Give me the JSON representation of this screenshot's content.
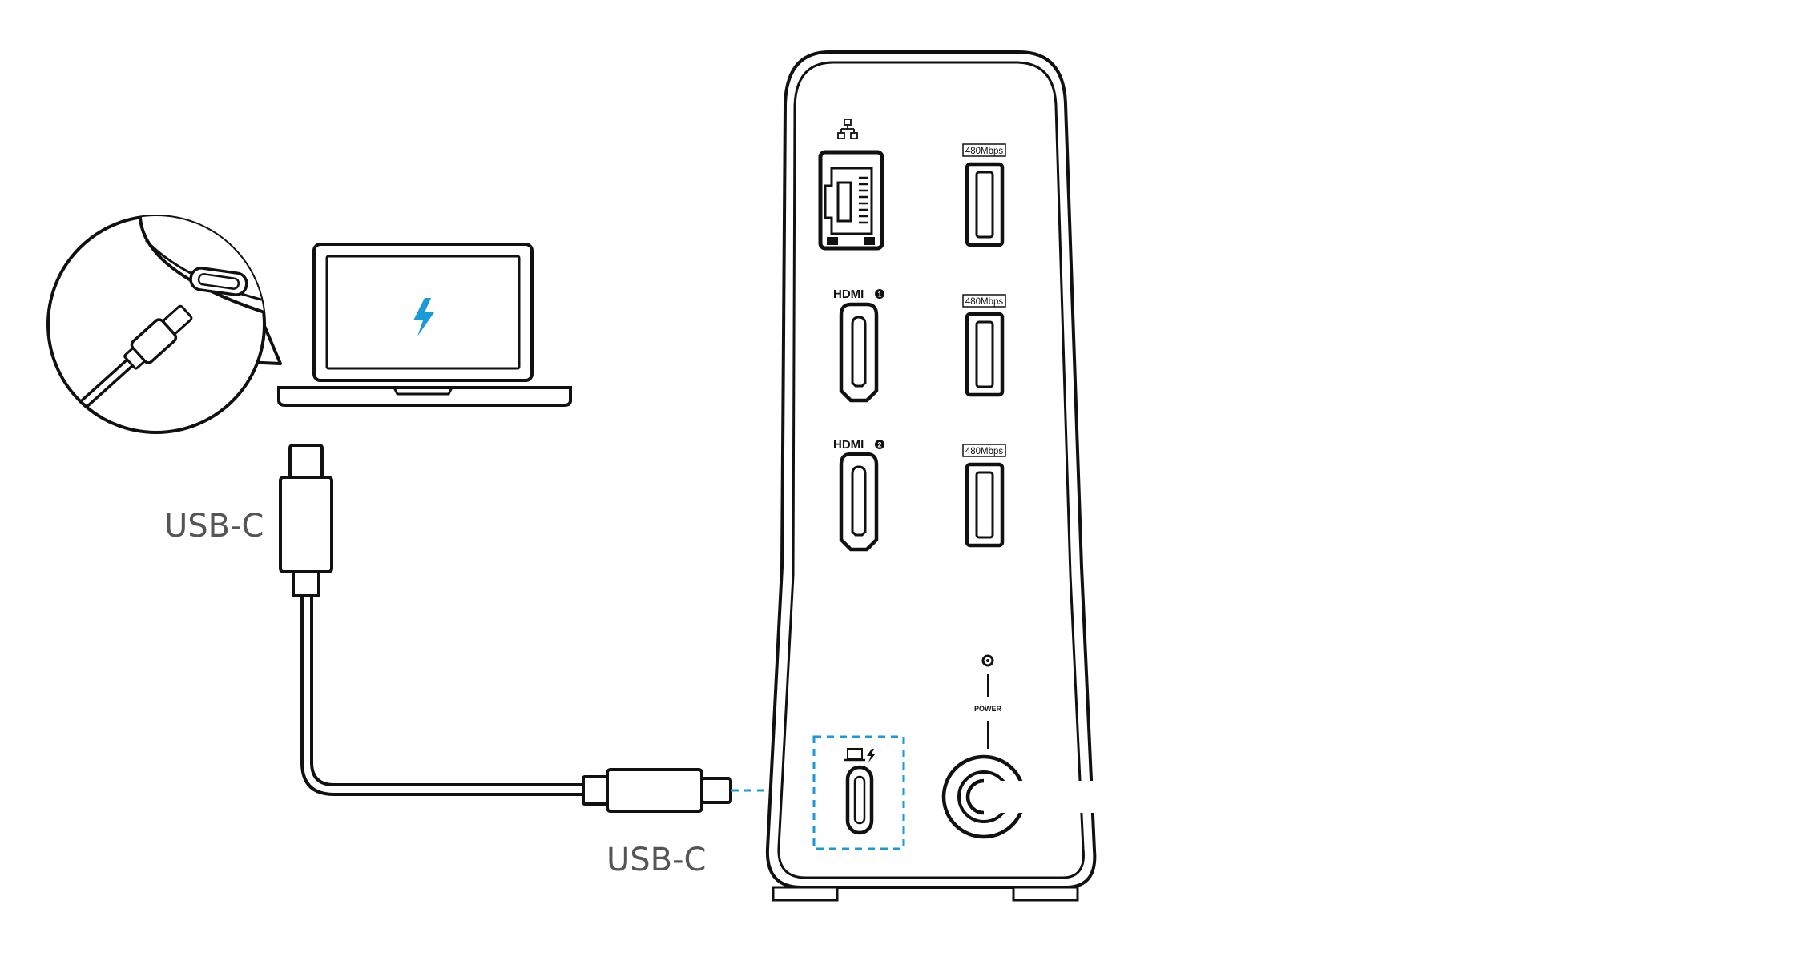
{
  "diagram": {
    "cable_top_label": "USB-C",
    "cable_bottom_label": "USB-C",
    "hdmi1_label": "HDMI",
    "hdmi1_number": "1",
    "hdmi2_label": "HDMI",
    "hdmi2_number": "2",
    "usb_ports": [
      {
        "speed": "480Mbps"
      },
      {
        "speed": "480Mbps"
      },
      {
        "speed": "480Mbps"
      }
    ],
    "power_label": "POWER",
    "colors": {
      "line": "#111111",
      "accent": "#1a9ad6",
      "label": "#555555"
    },
    "icons": [
      "ethernet-icon",
      "laptop-icon",
      "charging-bolt-icon",
      "power-led-icon"
    ]
  }
}
